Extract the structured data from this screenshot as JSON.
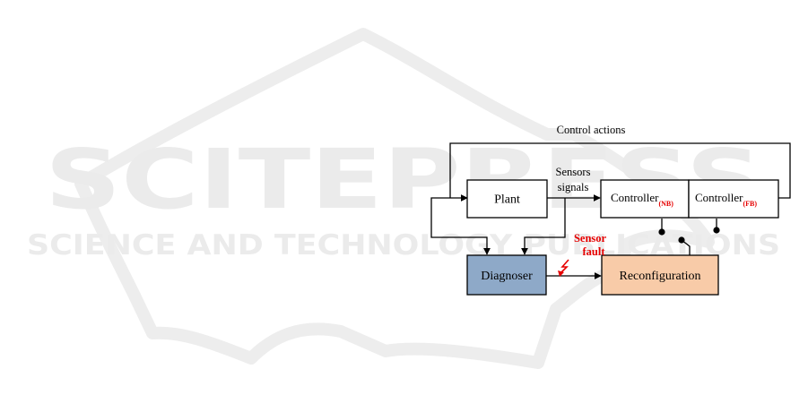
{
  "watermark": {
    "brand": "SCITEPRESS",
    "tagline": "SCIENCE AND TECHNOLOGY PUBLICATIONS"
  },
  "diagram": {
    "plant": "Plant",
    "controller": "Controller",
    "controller_nb_sub": "(NB)",
    "controller_fb_sub": "(FB)",
    "diagnoser": "Diagnoser",
    "reconfiguration": "Reconfiguration",
    "control_actions": "Control actions",
    "sensors_line1": "Sensors",
    "sensors_line2": "signals",
    "fault_line1": "Sensor",
    "fault_line2": "fault"
  },
  "colors": {
    "diagnoser_fill": "#8ea9c8",
    "reconfiguration_fill": "#f8cba8",
    "fault_red": "#e60000",
    "watermark_grey": "#ebebeb"
  }
}
